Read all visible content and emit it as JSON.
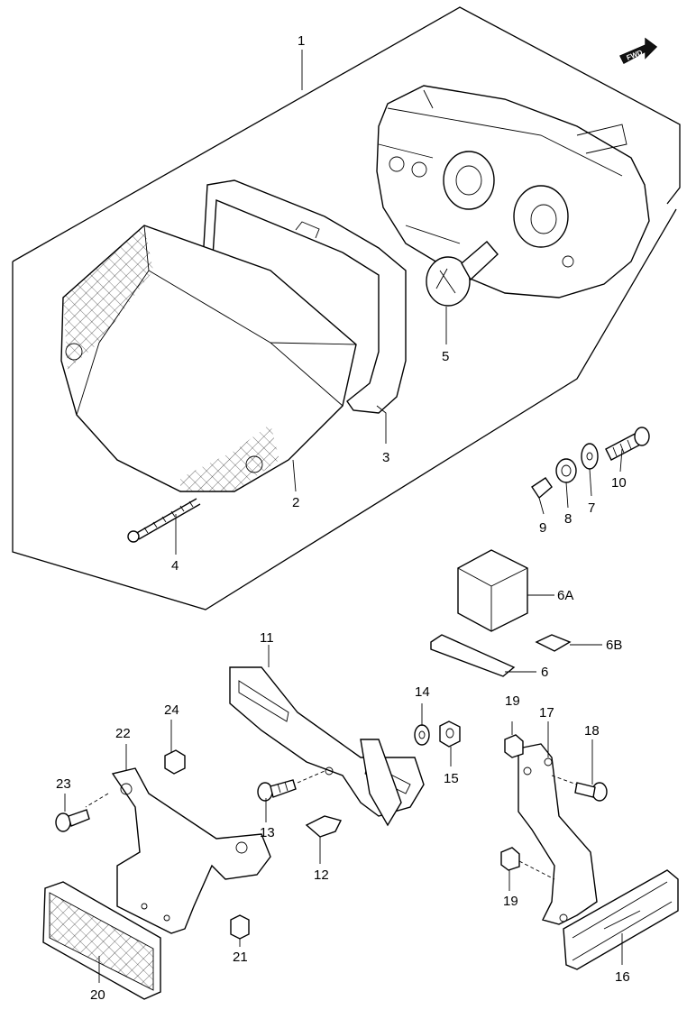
{
  "diagram": {
    "fwd_label": "FWD",
    "callouts": {
      "p1": "1",
      "p2": "2",
      "p3": "3",
      "p4": "4",
      "p5": "5",
      "p6": "6",
      "p6A": "6A",
      "p6B": "6B",
      "p7": "7",
      "p8": "8",
      "p9": "9",
      "p10": "10",
      "p11": "11",
      "p12": "12",
      "p13": "13",
      "p14": "14",
      "p15": "15",
      "p16": "16",
      "p17": "17",
      "p18": "18",
      "p19a": "19",
      "p19b": "19",
      "p20": "20",
      "p21": "21",
      "p22": "22",
      "p23": "23",
      "p24": "24"
    }
  }
}
